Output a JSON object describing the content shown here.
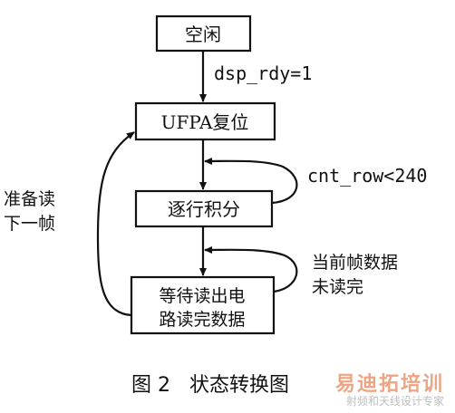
{
  "diagram": {
    "states": {
      "idle": "空闲",
      "ufpa_reset": "UFPA复位",
      "row_integration": "逐行积分",
      "wait_line1": "等待读出电",
      "wait_line2": "路读完数据"
    },
    "transitions": {
      "idle_to_reset": "dsp_rdy=1",
      "row_loop": "cnt_row<240",
      "wait_loop_line1": "当前帧数据",
      "wait_loop_line2": "未读完",
      "back_to_reset_line1": "准备读",
      "back_to_reset_line2": "下一帧"
    },
    "caption": "图 2   状态转换图"
  },
  "watermark": {
    "logo": "易迪拓培训",
    "subtitle": "射频和天线设计专家"
  }
}
